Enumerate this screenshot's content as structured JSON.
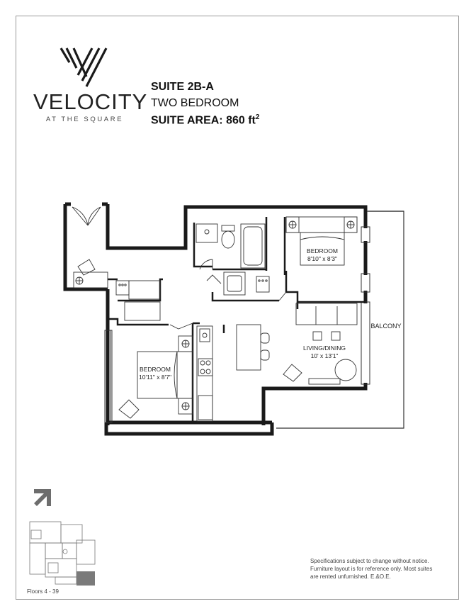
{
  "brand": {
    "name": "VELOCITY",
    "tagline": "AT THE SQUARE"
  },
  "suite": {
    "id": "SUITE 2B-A",
    "type": "TWO BEDROOM",
    "area_label": "SUITE AREA: 860 ft",
    "area_exponent": "2"
  },
  "rooms": {
    "bedroom_main": {
      "name": "BEDROOM",
      "size": "8'10\" x 8'3\""
    },
    "bedroom_second": {
      "name": "BEDROOM",
      "size": "10'11\" x 8'7\""
    },
    "living": {
      "name": "LIVING/DINING",
      "size": "10' x 13'1\""
    },
    "balcony": {
      "name": "BALCONY"
    }
  },
  "footer": {
    "floors": "Floors 4 - 39",
    "disclaimer_lines": [
      "Specifications subject to change without notice.",
      "Furniture layout is for reference only. Most suites",
      "are rented unfurnished. E.&O.E."
    ]
  },
  "colors": {
    "wall": "#1a1a1a",
    "line": "#333333",
    "border": "#9a9a9a",
    "keyplan_highlight": "#7a7a7a"
  },
  "icons": {
    "logo": "velocity-v-stripes-mark",
    "north_arrow": "north-east-arrow-icon"
  }
}
